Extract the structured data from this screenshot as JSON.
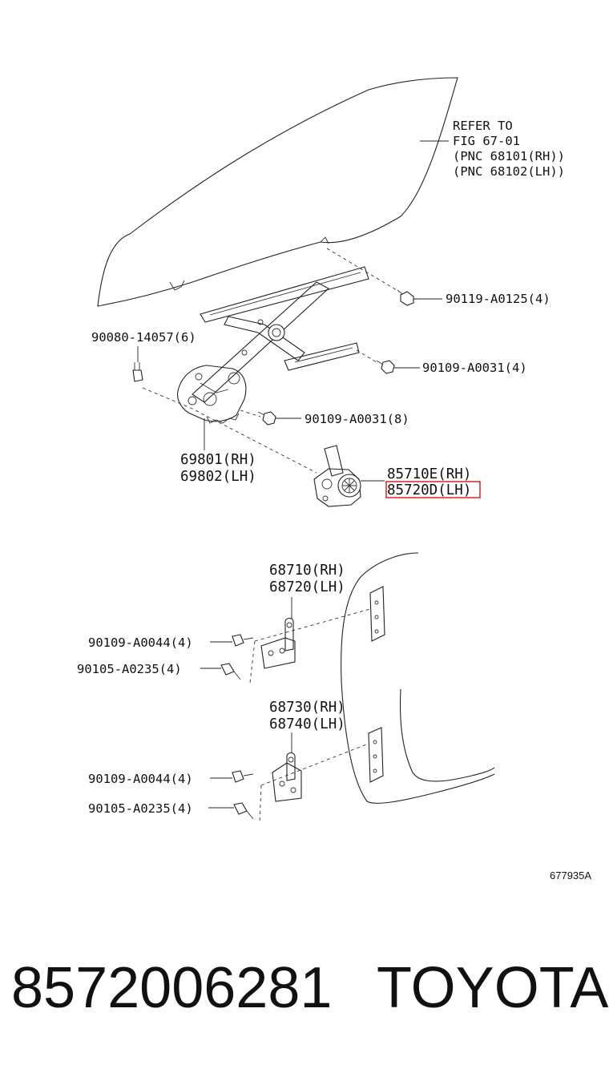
{
  "refer_note": {
    "line1": "REFER TO",
    "line2": "FIG 67-01",
    "line3": "(PNC 68101(RH))",
    "line4": "(PNC 68102(LH))"
  },
  "callouts": {
    "bolt_90119": "90119-A0125(4)",
    "bolt_90080": "90080-14057(6)",
    "bolt_90109_upper": "90109-A0031(4)",
    "bolt_90109_lower": "90109-A0031(8)",
    "regulator_rh": "69801(RH)",
    "regulator_lh": "69802(LH)",
    "motor_rh": "85710E(RH)",
    "motor_lh": "85720D(LH)",
    "hinge_upper_rh": "68710(RH)",
    "hinge_upper_lh": "68720(LH)",
    "hinge_upper_bolt_a": "90109-A0044(4)",
    "hinge_upper_bolt_b": "90105-A0235(4)",
    "hinge_lower_rh": "68730(RH)",
    "hinge_lower_lh": "68740(LH)",
    "hinge_lower_bolt_a": "90109-A0044(4)",
    "hinge_lower_bolt_b": "90105-A0235(4)"
  },
  "figure_id": "677935A",
  "footer": {
    "part_number": "8572006281",
    "brand": "TOYOTA"
  },
  "highlight_color": "#dd1111"
}
